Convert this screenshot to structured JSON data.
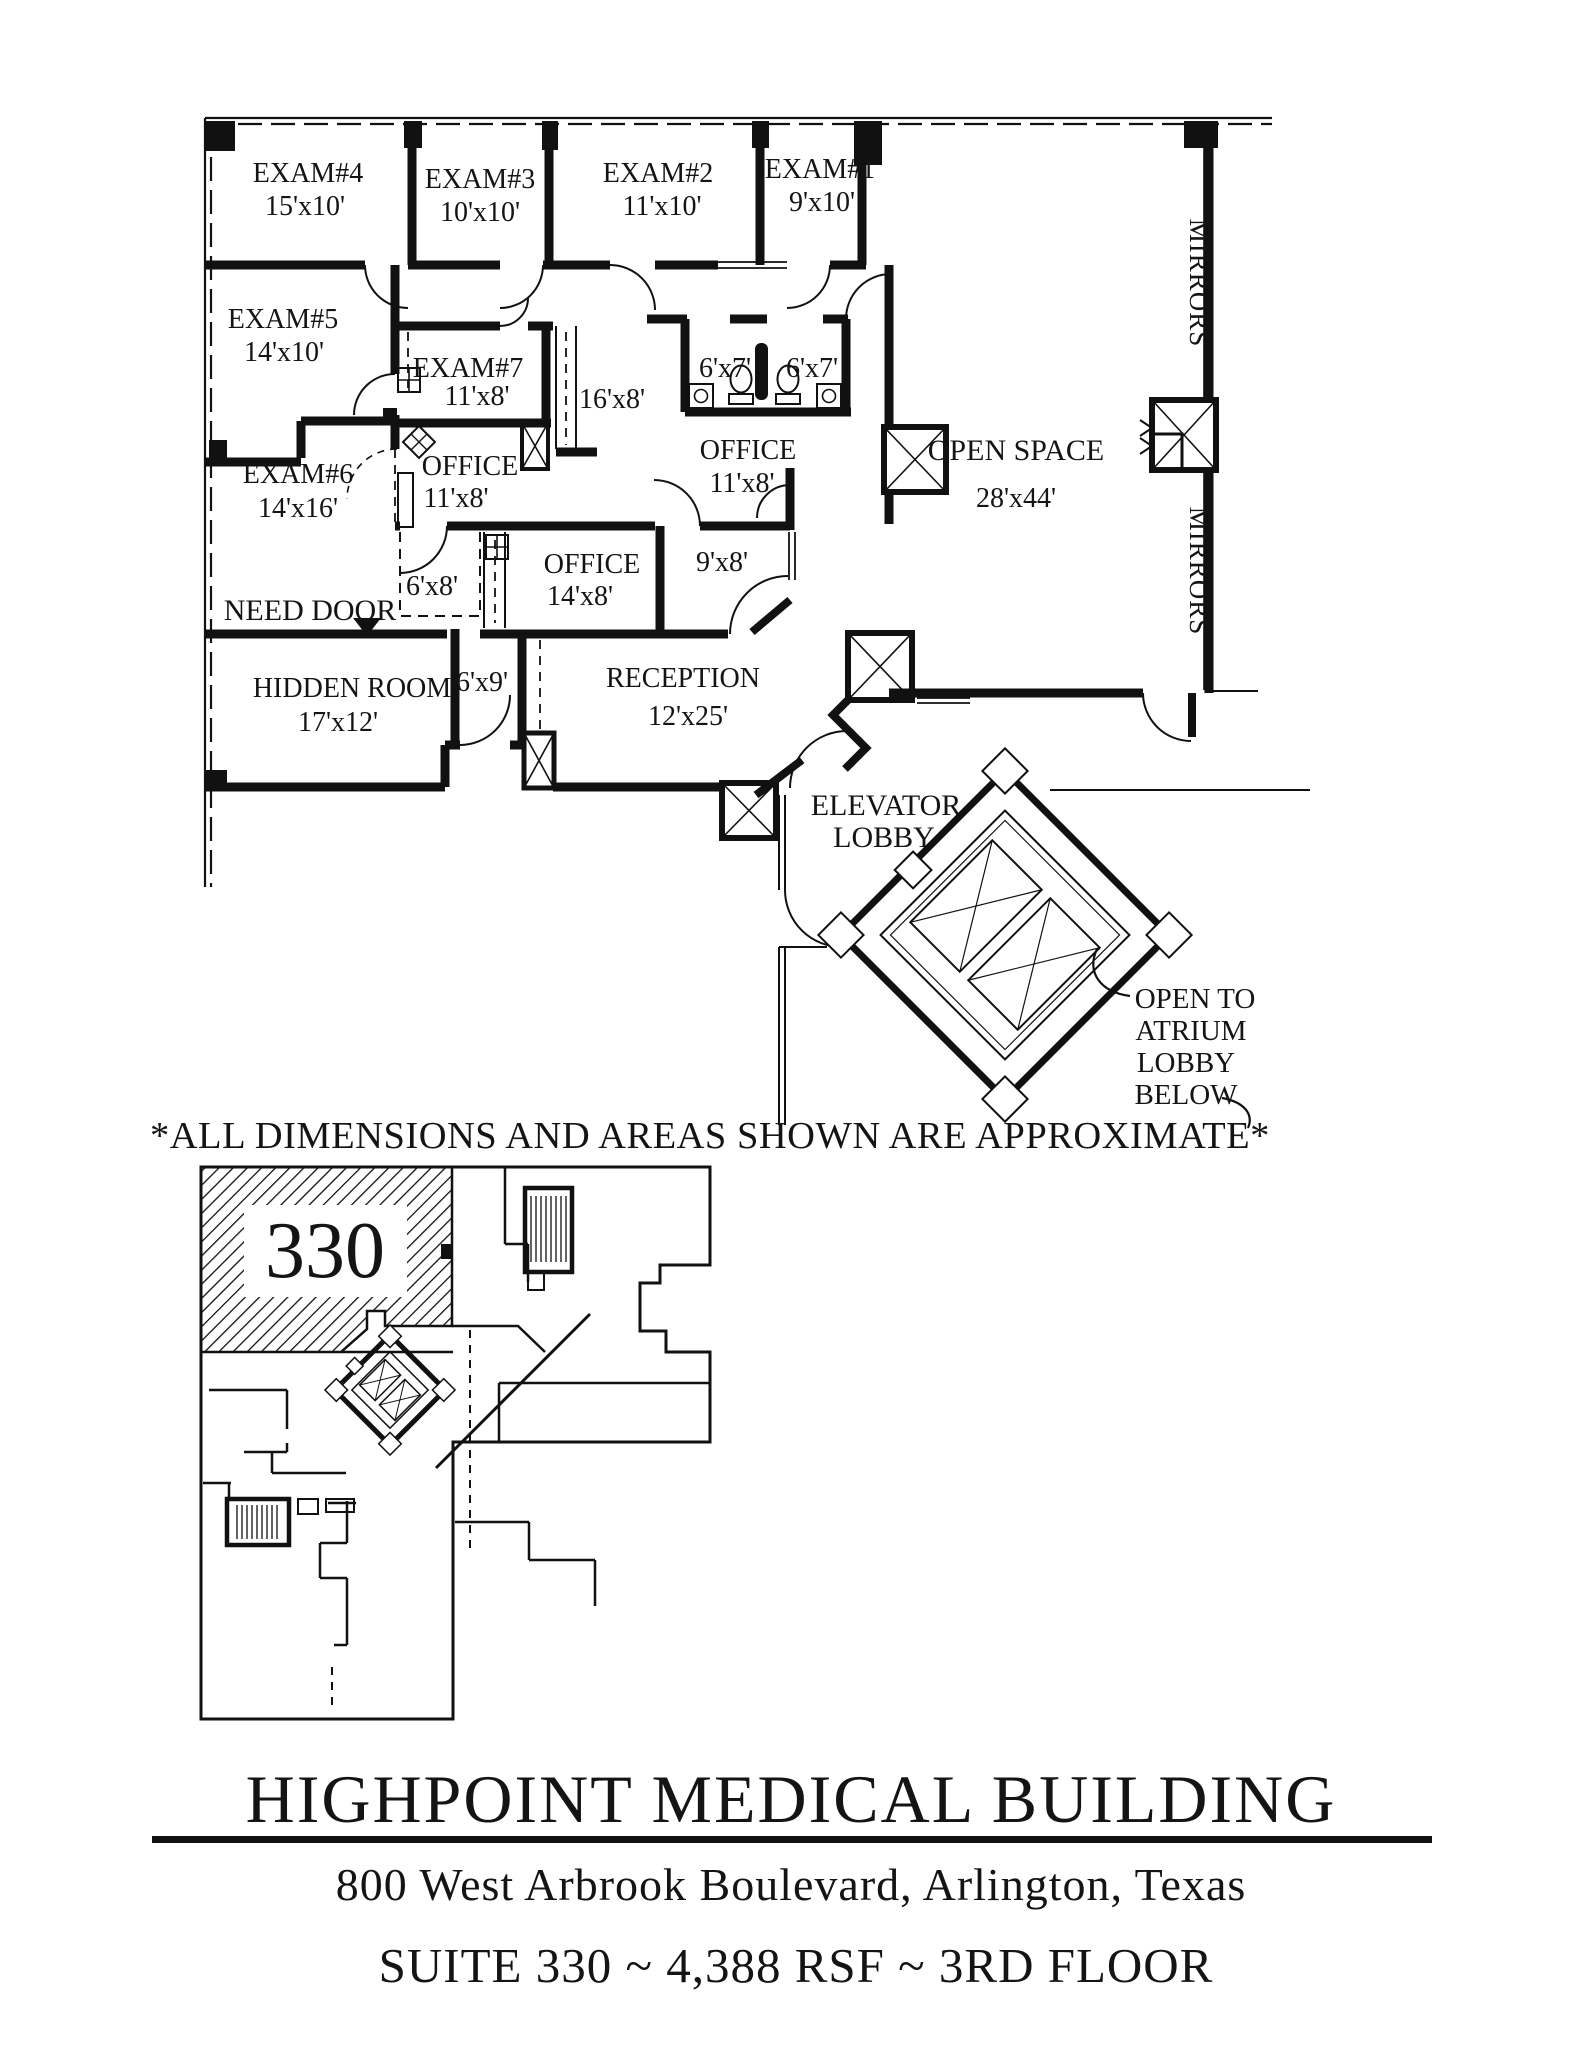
{
  "plan": {
    "rooms": [
      {
        "name": "EXAM#4",
        "dims": "15'x10'"
      },
      {
        "name": "EXAM#3",
        "dims": "10'x10'"
      },
      {
        "name": "EXAM#2",
        "dims": "11'x10'"
      },
      {
        "name": "EXAM#1",
        "dims": "9'x10'"
      },
      {
        "name": "EXAM#5",
        "dims": "14'x10'"
      },
      {
        "name": "EXAM#7",
        "dims": "11'x8'"
      },
      {
        "dims": "16'x8'"
      },
      {
        "dims": "6'x7'"
      },
      {
        "dims": "6'x7'"
      },
      {
        "name": "OFFICE",
        "dims": "11'x8'"
      },
      {
        "name": "OFFICE",
        "dims": "11'x8'"
      },
      {
        "name": "EXAM#6",
        "dims": "14'x16'"
      },
      {
        "dims": "6'x8'"
      },
      {
        "name": "OFFICE",
        "dims": "14'x8'"
      },
      {
        "dims": "9'x8'"
      },
      {
        "name": "HIDDEN ROOM",
        "dims": "17'x12'"
      },
      {
        "dims": "6'x9'"
      },
      {
        "name": "RECEPTION",
        "dims": "12'x25'"
      },
      {
        "name": "OPEN SPACE",
        "dims": "28'x44'"
      }
    ],
    "annotations": {
      "need_door": "NEED DOOR",
      "mirrors": "MIRRORS",
      "elevator_lobby_line1": "ELEVATOR",
      "elevator_lobby_line2": "LOBBY",
      "atrium_line1": "OPEN TO",
      "atrium_line2": "ATRIUM",
      "atrium_line3": "LOBBY",
      "atrium_line4": "BELOW"
    }
  },
  "disclaimer": "*ALL DIMENSIONS AND AREAS SHOWN ARE APPROXIMATE*",
  "overview": {
    "suite_number": "330"
  },
  "title_block": {
    "building": "HIGHPOINT MEDICAL BUILDING",
    "address": "800 West Arbrook Boulevard, Arlington, Texas",
    "suite_info": "SUITE 330 ~ 4,388 RSF ~ 3RD FLOOR"
  }
}
